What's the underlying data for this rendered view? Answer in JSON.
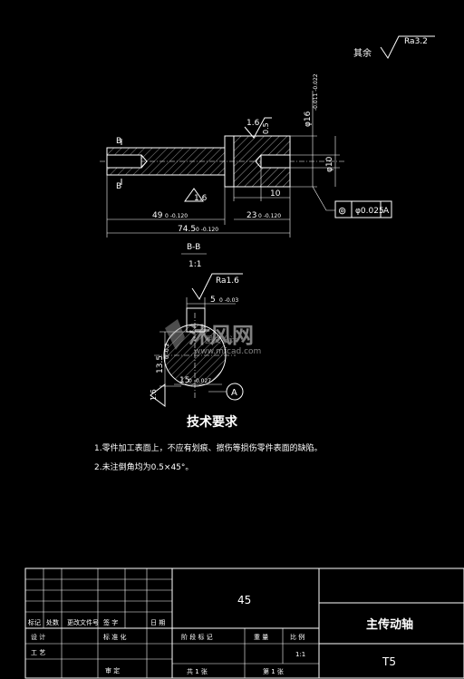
{
  "roughness": {
    "remaining_label": "其余",
    "remaining_value": "Ra3.2",
    "ra16_value": "1.6",
    "ra16_value_left": "1.6",
    "section_ra": "Ra1.6"
  },
  "main_view": {
    "dims": {
      "total_length": "74.5",
      "total_tol": "0 -0.120",
      "left_len": "49",
      "left_tol": "0 -0.120",
      "right_len": "23",
      "right_tol": "0 -0.120",
      "mid_len": "10",
      "dia_large": "φ16",
      "dia_large_tol": "-0.011 -0.022",
      "dia_small": "φ10",
      "step": "0.5"
    },
    "section_marks": [
      "B",
      "B"
    ],
    "tolerance_frame": {
      "symbol": "⊚",
      "value": "φ0.025",
      "datum": "A"
    }
  },
  "section_view": {
    "label": "B-B",
    "scale": "1:1",
    "dim_top": "5",
    "dim_top_tol": "0 -0.03",
    "dim_side": "13.5",
    "dim_side_tol": "0 -0.2",
    "dim_bottom": "15",
    "dim_bottom_tol": "0 -0.027",
    "ra_left": "1.6",
    "datum": "A"
  },
  "watermark": {
    "brand": "沐风网",
    "subtitle": "图文设计",
    "url": "www.mfcad.com"
  },
  "tech_requirements": {
    "title": "技术要求",
    "items": [
      "1.零件加工表面上，不应有划痕、擦伤等损伤零件表面的缺陷。",
      "2.未注倒角均为0.5×45°。"
    ]
  },
  "title_block": {
    "material": "45",
    "part_name": "主传动轴",
    "drawing_no": "T5",
    "rev_headers": [
      "标记",
      "处数",
      "更改文件号",
      "签 字",
      "日 期"
    ],
    "designer": "设 计",
    "craft": "工 艺",
    "approve": "审 定",
    "standard": "标 准 化",
    "stage_headers": [
      "阶 段 标 记",
      "重 量",
      "比 例"
    ],
    "scale": "1:1",
    "sheets_total": "共 1 张",
    "sheet_no": "第 1 张"
  }
}
